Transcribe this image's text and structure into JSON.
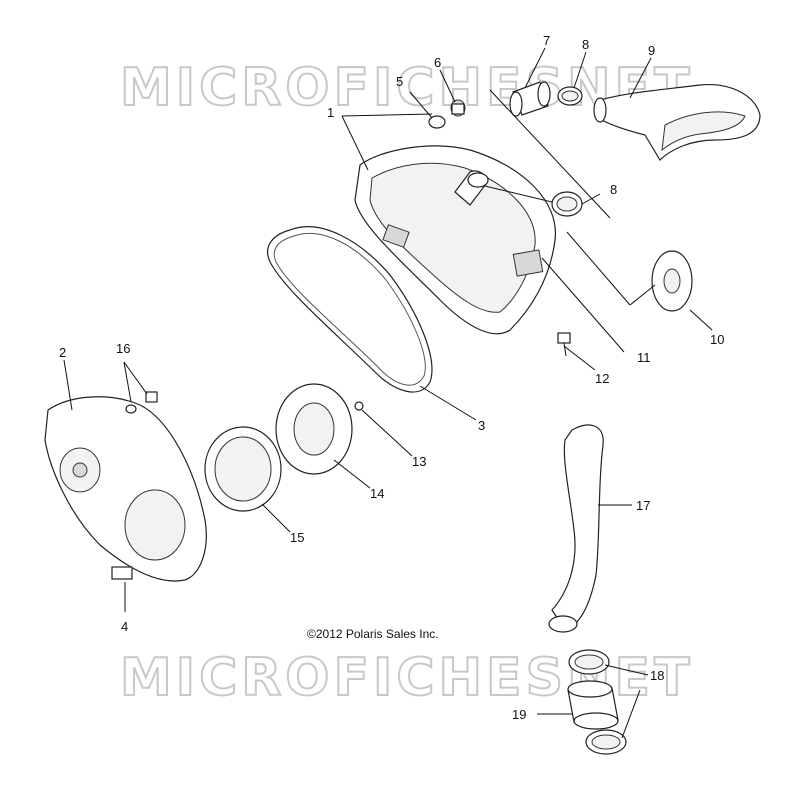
{
  "watermark": {
    "text": "MICROFICHESNET",
    "color": "#c8c8c8"
  },
  "copyright": "©2012 Polaris Sales Inc.",
  "callouts": {
    "c1": "1",
    "c2": "2",
    "c3": "3",
    "c4": "4",
    "c5": "5",
    "c6": "6",
    "c7": "7",
    "c8a": "8",
    "c8b": "8",
    "c9": "9",
    "c10": "10",
    "c11": "11",
    "c12": "12",
    "c13": "13",
    "c14": "14",
    "c15": "15",
    "c16": "16",
    "c17": "17",
    "c18": "18",
    "c19": "19"
  }
}
